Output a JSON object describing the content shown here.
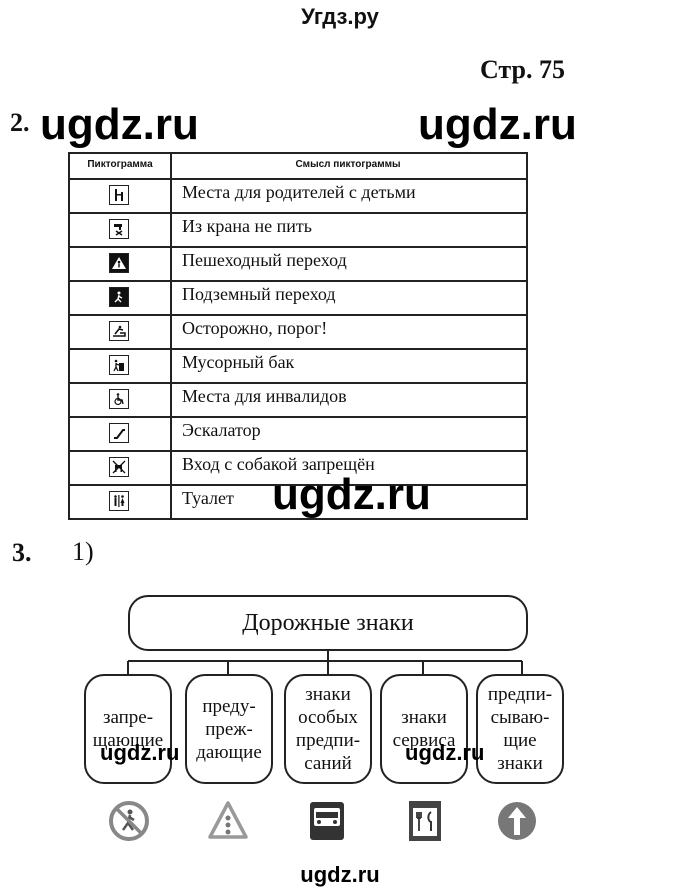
{
  "header": {
    "site": "Угдз.ру",
    "page_ref": "Стр. 75"
  },
  "watermark": {
    "text": "ugdz.ru"
  },
  "task2": {
    "number": "2.",
    "table": {
      "col_pictogram": "Пиктограмма",
      "col_meaning": "Смысл пиктограммы",
      "rows": [
        {
          "icon": "parents-with-children-icon",
          "meaning": "Места для родителей с детьми"
        },
        {
          "icon": "no-drinking-tap-icon",
          "meaning": "Из крана не пить"
        },
        {
          "icon": "pedestrian-crossing-icon",
          "meaning": "Пешеходный переход"
        },
        {
          "icon": "underground-crossing-icon",
          "meaning": "Подземный переход"
        },
        {
          "icon": "caution-step-icon",
          "meaning": "Осторожно, порог!"
        },
        {
          "icon": "trash-bin-icon",
          "meaning": "Мусорный бак"
        },
        {
          "icon": "wheelchair-icon",
          "meaning": "Места для инвалидов"
        },
        {
          "icon": "escalator-icon",
          "meaning": "Эскалатор"
        },
        {
          "icon": "no-dogs-icon",
          "meaning": "Вход с собакой запрещён"
        },
        {
          "icon": "toilet-icon",
          "meaning": "Туалет"
        }
      ]
    }
  },
  "task3": {
    "number": "3.",
    "sub": "1)",
    "diagram": {
      "root": "Дорожные знаки",
      "categories": [
        {
          "lines": [
            "запре-",
            "щающие"
          ],
          "sign": "prohibitory-sign-icon"
        },
        {
          "lines": [
            "преду-",
            "преж-",
            "дающие"
          ],
          "sign": "warning-sign-icon"
        },
        {
          "lines": [
            "знаки",
            "особых",
            "предпи-",
            "саний"
          ],
          "sign": "special-regulation-sign-icon"
        },
        {
          "lines": [
            "знаки",
            "сервиса"
          ],
          "sign": "service-sign-icon"
        },
        {
          "lines": [
            "предпи-",
            "сываю-",
            "щие",
            "знаки"
          ],
          "sign": "mandatory-sign-icon"
        }
      ]
    }
  }
}
